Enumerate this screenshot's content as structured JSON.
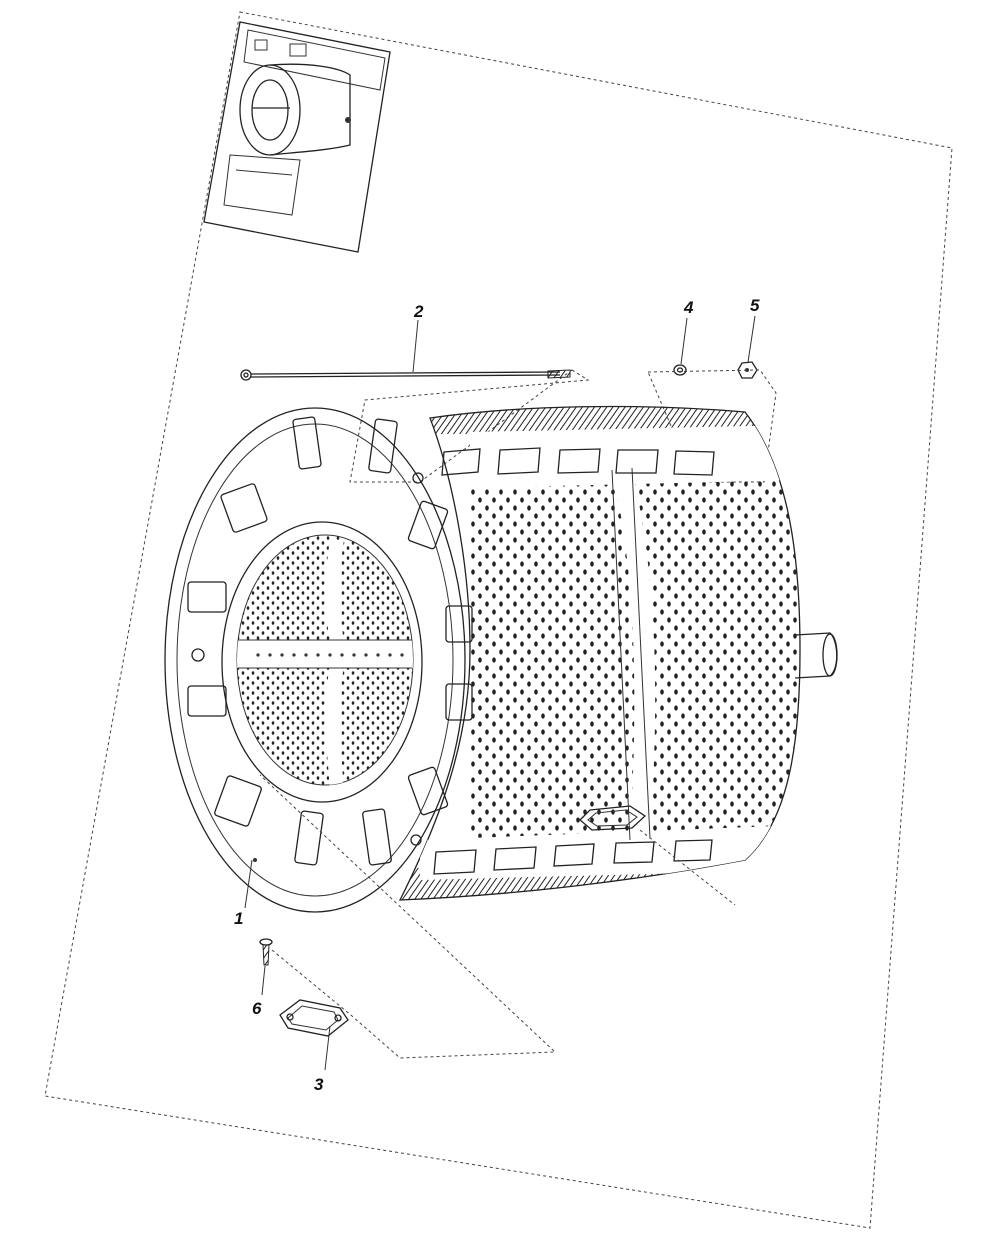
{
  "diagram": {
    "type": "exploded-parts-view",
    "parts": [
      {
        "id": "1",
        "label": "1"
      },
      {
        "id": "2",
        "label": "2"
      },
      {
        "id": "3",
        "label": "3"
      },
      {
        "id": "4",
        "label": "4"
      },
      {
        "id": "5",
        "label": "5"
      },
      {
        "id": "6",
        "label": "6"
      }
    ]
  },
  "colors": {
    "ink": "#222222",
    "paper": "#ffffff"
  }
}
